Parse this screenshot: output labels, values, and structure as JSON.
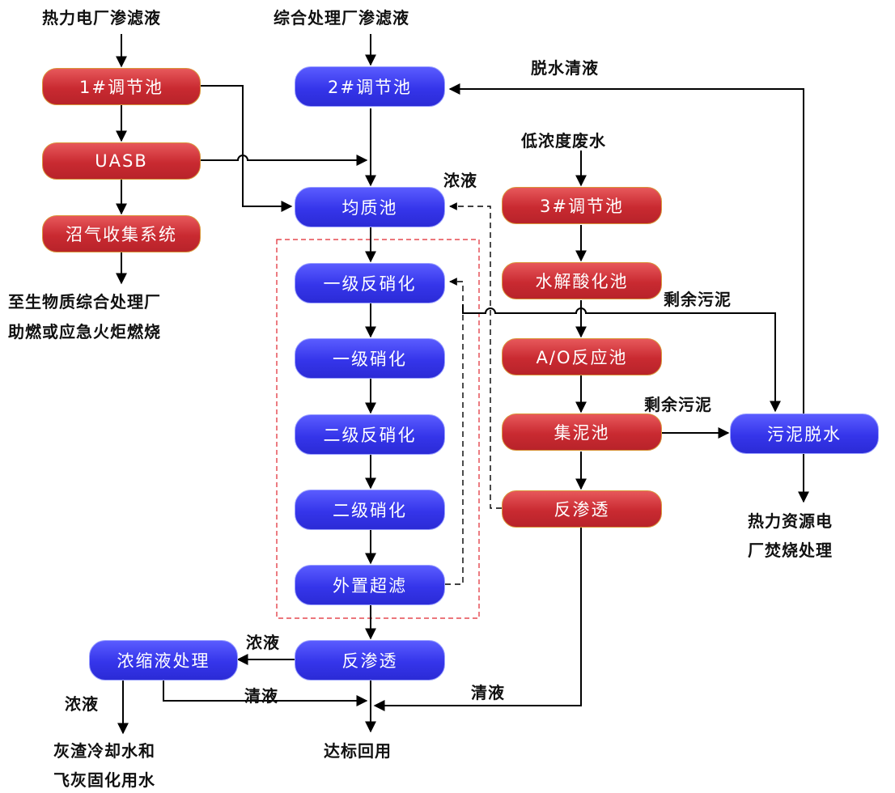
{
  "nodes": {
    "tank1": "1#调节池",
    "uasb": "UASB",
    "biogas": "沼气收集系统",
    "tank2": "2#调节池",
    "homog": "均质池",
    "denit1": "一级反硝化",
    "nit1": "一级硝化",
    "denit2": "二级反硝化",
    "nit2": "二级硝化",
    "uf": "外置超滤",
    "ro_left": "反渗透",
    "conc": "浓缩液处理",
    "tank3": "3#调节池",
    "hydrolysis": "水解酸化池",
    "ao": "A/O反应池",
    "sludge_tank": "集泥池",
    "ro_right": "反渗透",
    "dewater": "污泥脱水"
  },
  "labels": {
    "src_power": "热力电厂渗滤液",
    "src_integrated": "综合处理厂渗滤液",
    "dewater_liquid": "脱水清液",
    "low_conc": "低浓度废水",
    "conc_to_homog": "浓液",
    "excess_sludge_1": "剩余污泥",
    "excess_sludge_2": "剩余污泥",
    "biogas_dest_1": "至生物质综合处理厂",
    "biogas_dest_2": "助燃或应急火炬燃烧",
    "sludge_dest_1": "热力资源电",
    "sludge_dest_2": "厂焚烧处理",
    "ro_conc": "浓液",
    "clear_left": "清液",
    "clear_right": "清液",
    "conc_out": "浓液",
    "ash_1": "灰渣冷却水和",
    "ash_2": "飞灰固化用水",
    "reuse": "达标回用"
  }
}
